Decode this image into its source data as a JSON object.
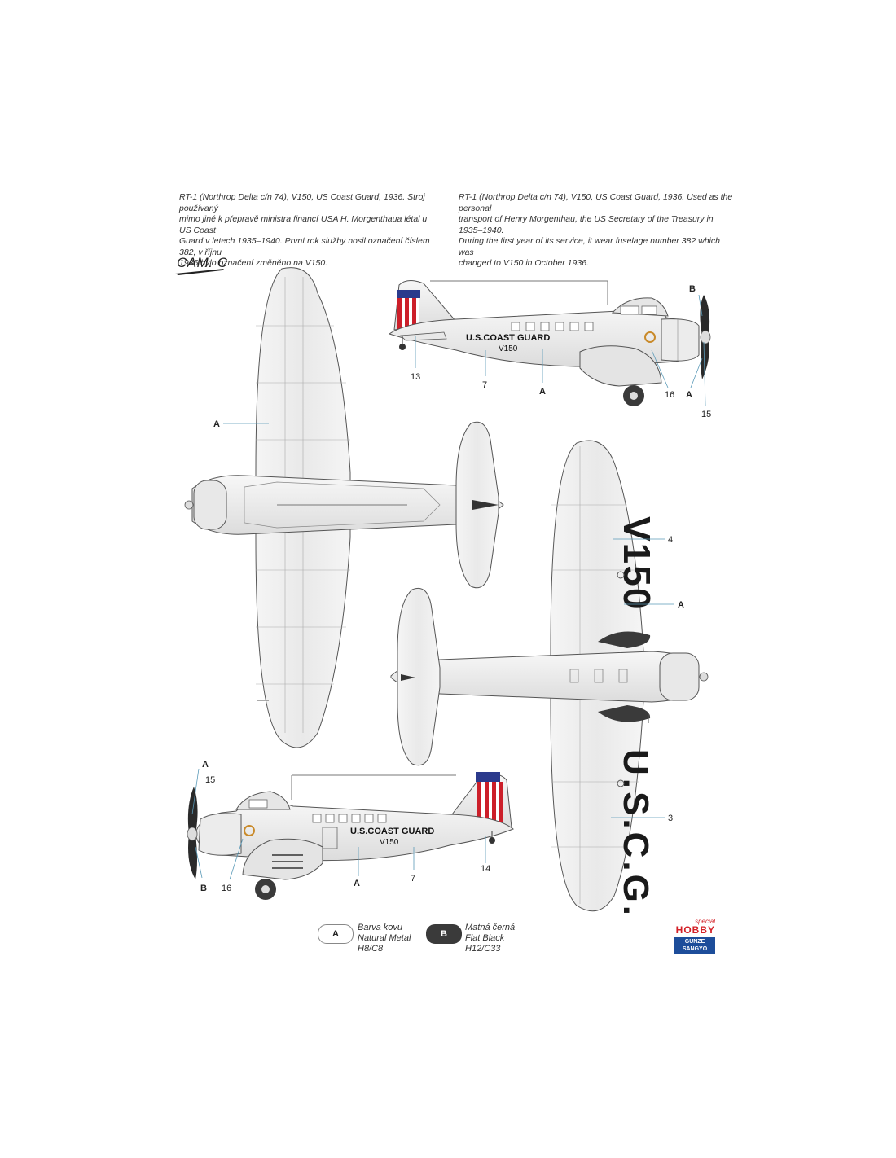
{
  "captions": {
    "czech": "RT-1 (Northrop Delta c/n 74), V150, US Coast Guard, 1936. Stroj používaný\nmimo jiné k přepravě ministra financí USA H. Morgenthaua létal u US Coast\nGuard v letech 1935–1940. První rok služby nosil označení číslem 382, v říjnu\n1936 bylo označení změněno na V150.",
    "english": "RT-1 (Northrop Delta c/n 74), V150, US Coast Guard, 1936. Used as the personal\ntransport of Henry Morgenthau, the US Secretary of the Treasury in 1935–1940.\nDuring the first year of its service, it wear fuselage number 382 which was\nchanged to V150 in October 1936."
  },
  "scheme_title": "CAM. C",
  "markings": {
    "fuselage_text": "U.S.COAST GUARD",
    "serial": "V150",
    "wing_serial": "V150",
    "wing_uscg": "U.S.C.G."
  },
  "callouts": {
    "side_top": {
      "c13": "13",
      "c7": "7",
      "cA": "A",
      "c16": "16",
      "cA2": "A",
      "c15": "15",
      "cB": "B"
    },
    "top_view": {
      "cA": "A"
    },
    "bottom_view": {
      "c4": "4",
      "cA": "A",
      "c3": "3"
    },
    "side_bottom": {
      "cA": "A",
      "c15": "15",
      "cB": "B",
      "c16": "16",
      "cA2": "A",
      "c7": "7",
      "c14": "14"
    }
  },
  "legend": [
    {
      "code": "A",
      "text": "Barva kovu\nNatural Metal\nH8/C8",
      "color": "#ffffff"
    },
    {
      "code": "B",
      "text": "Matná černá\nFlat Black\nH12/C33",
      "color": "#3a3a3a"
    }
  ],
  "logo": {
    "line1": "special",
    "line2": "HOBBY",
    "line3": "GUNZE",
    "line4": "SANGYO"
  },
  "colors": {
    "metal": "#eeeeee",
    "outline": "#555555",
    "black": "#222222",
    "stripe_red": "#cc1f2a",
    "stripe_blue": "#2b3a8c",
    "decal_gold": "#c98a2a",
    "logo_red": "#d32027",
    "logo_blue": "#1d4d9a"
  }
}
